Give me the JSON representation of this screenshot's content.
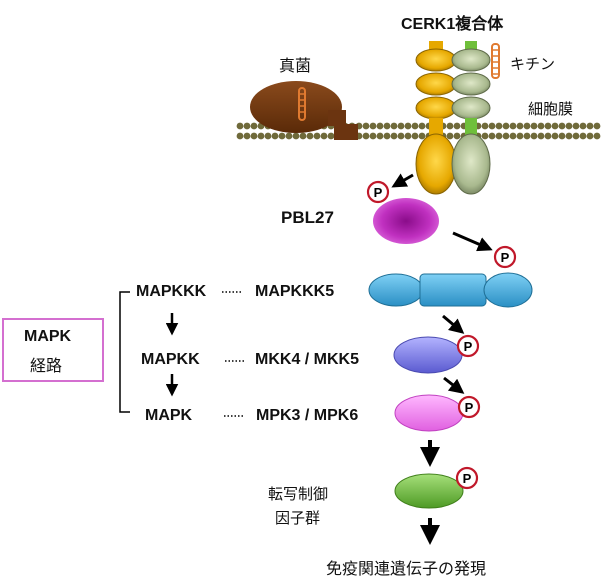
{
  "labels": {
    "cerk1": "CERK1複合体",
    "fungus": "真菌",
    "chitin": "キチン",
    "membrane": "細胞膜",
    "pbl27": "PBL27",
    "mapk_pathway_1": "MAPK",
    "mapk_pathway_2": "経路",
    "mapkkk_generic": "MAPKKK",
    "mapkk_generic": "MAPKK",
    "mapk_generic": "MAPK",
    "mapkkk5": "MAPKKK5",
    "mkk": "MKK4 / MKK5",
    "mpk": "MPK3 / MPK6",
    "tf_1": "転写制御",
    "tf_2": "因子群",
    "gene_expression": "免疫関連遺伝子の発現",
    "phospho": "P"
  },
  "colors": {
    "cerk1_domain": "#e6a800",
    "partner_domain": "#a9b98e",
    "fungus": "#6b3410",
    "chitin": "#e07a30",
    "membrane": "#6f6a3a",
    "pbl27": "#c030c0",
    "mapkkk5": "#3aa7d8",
    "mkk": "#7b7be6",
    "mpk": "#f07af0",
    "tf": "#6fbf3a",
    "phospho_ring": "#c0182a",
    "mapk_box": "#d46fd0"
  }
}
